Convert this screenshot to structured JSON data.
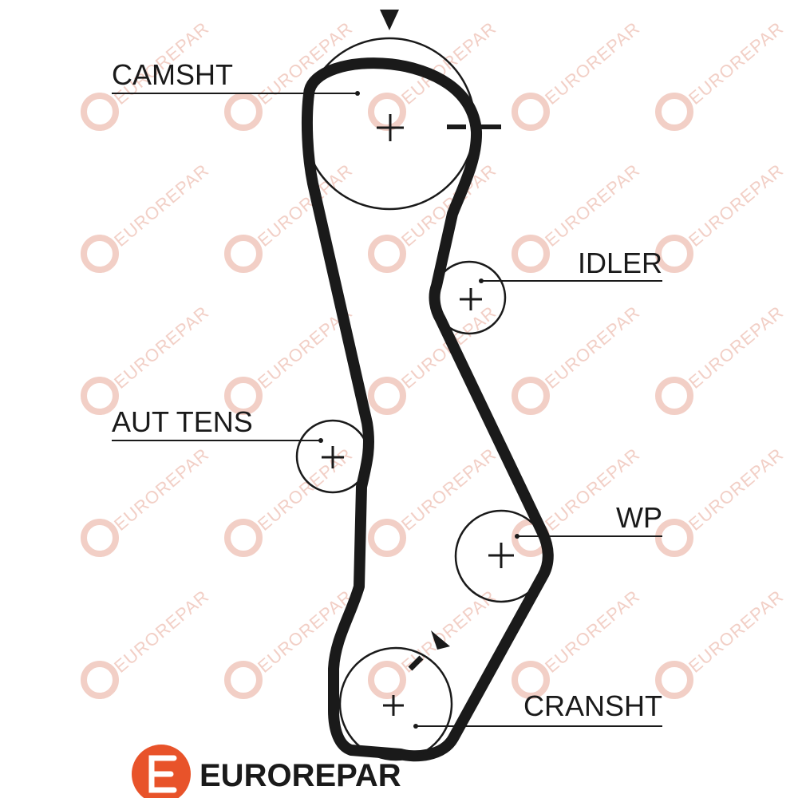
{
  "labels": {
    "camshaft": "CAMSHT",
    "idler": "IDLER",
    "tensioner": "AUT TENS",
    "water_pump": "WP",
    "crankshaft": "CRANSHT"
  },
  "brand": {
    "name": "EUROREPAR",
    "logo_letter": "E",
    "accent_color": "#e8532a"
  },
  "watermark": {
    "text": "EUROREPAR",
    "color": "#f2cfc6"
  },
  "colors": {
    "belt": "#1a1a1a",
    "pulley": "#1a1a1a",
    "label": "#1a1a1a"
  }
}
